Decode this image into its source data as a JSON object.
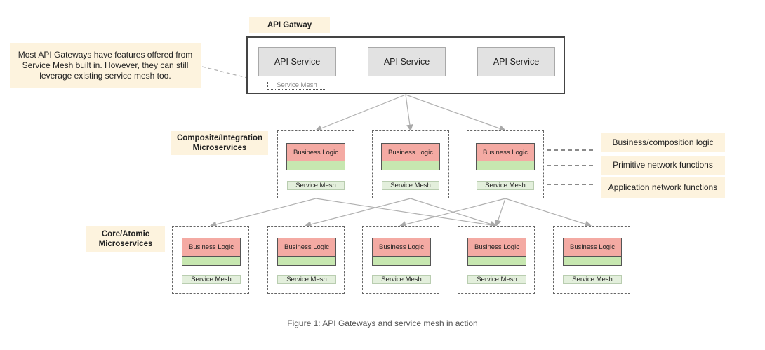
{
  "gateway": {
    "title": "API Gatway",
    "services": [
      "API Service",
      "API Service",
      "API Service"
    ],
    "mesh_label": "Service Mesh"
  },
  "gateway_note": "Most API Gateways have features offered from\nService Mesh built in. However, they can still\nleverage existing service mesh too.",
  "composite": {
    "title": "Composite/Integration\nMicroservices",
    "services": [
      {
        "logic": "Business Logic",
        "mesh": "Service Mesh"
      },
      {
        "logic": "Business Logic",
        "mesh": "Service Mesh"
      },
      {
        "logic": "Business Logic",
        "mesh": "Service Mesh"
      }
    ]
  },
  "core": {
    "title": "Core/Atomic\nMicroservices",
    "services": [
      {
        "logic": "Business Logic",
        "mesh": "Service Mesh"
      },
      {
        "logic": "Business Logic",
        "mesh": "Service Mesh"
      },
      {
        "logic": "Business Logic",
        "mesh": "Service Mesh"
      },
      {
        "logic": "Business Logic",
        "mesh": "Service Mesh"
      },
      {
        "logic": "Business Logic",
        "mesh": "Service Mesh"
      }
    ]
  },
  "legend": [
    "Business/composition logic",
    "Primitive network functions",
    "Application network functions"
  ],
  "caption": "Figure 1: API Gateways and service mesh in action",
  "colors": {
    "business_logic": "#f4aaa3",
    "network_functions": "#c7e7b0",
    "service_mesh": "#e3efdc",
    "note_background": "#fdf3de"
  }
}
